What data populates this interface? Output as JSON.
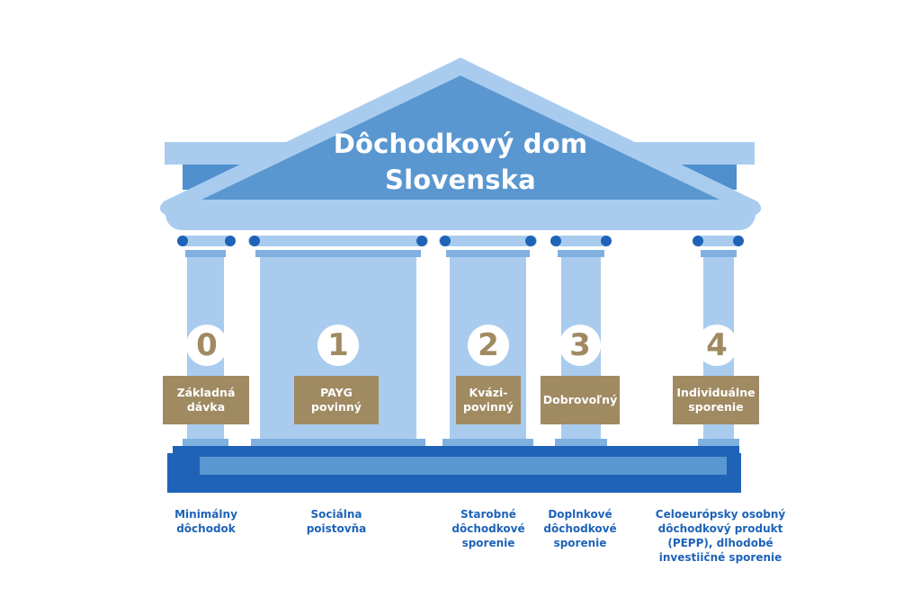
{
  "title": {
    "line1": "Dôchodkový dom",
    "line2": "Slovenska"
  },
  "pillars": [
    {
      "number": "0",
      "label": "Základná\ndávka",
      "caption": "Minimálny\ndôchodok"
    },
    {
      "number": "1",
      "label": "PAYG\npovinný",
      "caption": "Sociálna\npoistovňa"
    },
    {
      "number": "2",
      "label": "Kvázi-\npovinný",
      "caption": "Starobné\ndôchodkové\nsporenie"
    },
    {
      "number": "3",
      "label": "Dobrovoľný",
      "caption": "Doplnkové\ndôchodkové\nsporenie"
    },
    {
      "number": "4",
      "label": "Individuálne\nsporenie",
      "caption": "Celoeurópsky osobný\ndôchodkový produkt\n(PEPP), dlhodobé\ninvestiičné sporenie"
    }
  ],
  "colors": {
    "roof": "#5a97d0",
    "roof_border": "#a9ccee",
    "column": "#a9ccee",
    "column_dark": "#7fb0e0",
    "base": "#1e63b8",
    "base_light": "#5a97d0",
    "label": "#a08a62",
    "caption": "#1e63b8"
  }
}
